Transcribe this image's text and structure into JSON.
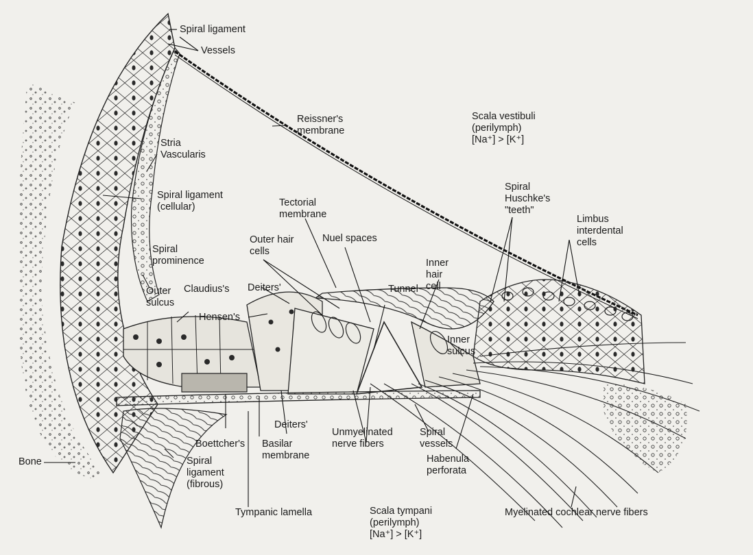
{
  "labels": {
    "spiral_ligament_top": "Spiral ligament",
    "vessels": "Vessels",
    "reissners_membrane": [
      "Reissner's",
      "membrane"
    ],
    "scala_vestibuli": [
      "Scala vestibuli",
      "(perilymph)",
      "[Na⁺] > [K⁺]"
    ],
    "stria_vascularis": [
      "Stria",
      "Vascularis"
    ],
    "spiral_ligament_cellular": [
      "Spiral ligament",
      "(cellular)"
    ],
    "tectorial_membrane": [
      "Tectorial",
      "membrane"
    ],
    "spiral_huschkes_teeth": [
      "Spiral",
      "Huschke's",
      "\"teeth\""
    ],
    "limbus_interdental_cells": [
      "Limbus",
      "interdental",
      "cells"
    ],
    "outer_hair_cells": [
      "Outer hair",
      "cells"
    ],
    "nuel_spaces": "Nuel spaces",
    "spiral_prominence": [
      "Spiral",
      "prominence"
    ],
    "inner_hair_cell": [
      "Inner",
      "hair",
      "cell"
    ],
    "outer_sulcus": [
      "Outer",
      "sulcus"
    ],
    "claudius": "Claudius's",
    "deiters_top": "Deiters'",
    "tunnel": "Tunnel",
    "hensens": "Hensen's",
    "inner_sulcus": [
      "Inner",
      "sulcus"
    ],
    "deiters_bottom": "Deiters'",
    "unmyelinated_nerve_fibers": [
      "Unmyelinated",
      "nerve fibers"
    ],
    "spiral_vessels": [
      "Spiral",
      "vessels"
    ],
    "boettchers": "Boettcher's",
    "basilar_membrane": [
      "Basilar",
      "membrane"
    ],
    "habenula_perforata": [
      "Habenula",
      "perforata"
    ],
    "bone": "Bone",
    "spiral_ligament_fibrous": [
      "Spiral",
      "ligament",
      "(fibrous)"
    ],
    "tympanic_lamella": "Tympanic lamella",
    "scala_tympani": [
      "Scala tympani",
      "(perilymph)",
      "[Na⁺] > [K⁺]"
    ],
    "myelinated_cochlear_nerve_fibers": "Myelinated cochlear nerve fibers"
  },
  "colors": {
    "background": "#f1f0ec",
    "ink": "#1a1a1a",
    "tissue_fill": "#e4e2db"
  }
}
